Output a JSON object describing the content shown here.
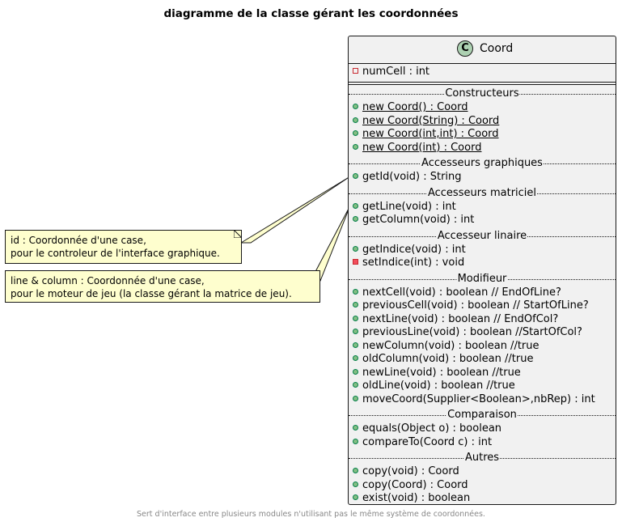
{
  "title": "diagramme de la classe gérant les coordonnées",
  "class": {
    "stereotype_letter": "C",
    "name": "Coord",
    "field": {
      "text": "numCell : int"
    },
    "sections": [
      {
        "label": "Constructeurs",
        "items": [
          "new Coord() : Coord",
          "new Coord(String) : Coord",
          "new Coord(int,int) : Coord",
          "new Coord(int) : Coord"
        ]
      },
      {
        "label": "Accesseurs graphiques",
        "items": [
          "getId(void) : String"
        ]
      },
      {
        "label": "Accesseurs matriciel",
        "items": [
          "getLine(void) : int",
          "getColumn(void) : int"
        ]
      },
      {
        "label": "Accesseur linaire",
        "items": [
          "getIndice(void) : int",
          "setIndice(int) : void"
        ]
      },
      {
        "label": "Modifieur",
        "items": [
          "nextCell(void) : boolean // EndOfLine?",
          "previousCell(void) : boolean // StartOfLine?",
          "nextLine(void) : boolean // EndOfCol?",
          "previousLine(void) : boolean //StartOfCol?",
          "newColumn(void) : boolean //true",
          "oldColumn(void) : boolean //true",
          "newLine(void) : boolean //true",
          "oldLine(void) : boolean //true",
          "moveCoord(Supplier<Boolean>,nbRep) : int"
        ]
      },
      {
        "label": "Comparaison",
        "items": [
          "equals(Object o) : boolean",
          "compareTo(Coord c) : int"
        ]
      },
      {
        "label": "Autres",
        "items": [
          "copy(void) : Coord",
          "copy(Coord) : Coord",
          "exist(void) : boolean"
        ]
      }
    ]
  },
  "notes": {
    "id_note": {
      "line1": "id : Coordonnée d'une case,",
      "line2": "pour le controleur de l'interface graphique."
    },
    "linecol_note": {
      "line1": "line & column : Coordonnée d'une case,",
      "line2": "pour le moteur de jeu (la classe gérant la matrice de jeu)."
    }
  },
  "footer": "Sert d'interface entre plusieurs modules n'utilisant pas le même système de coordonnées.",
  "colors": {
    "class_bg": "#f1f1f1",
    "note_bg": "#fefece",
    "circle": "#add1b2",
    "public": "#84be84",
    "private": "#f24d5c"
  }
}
